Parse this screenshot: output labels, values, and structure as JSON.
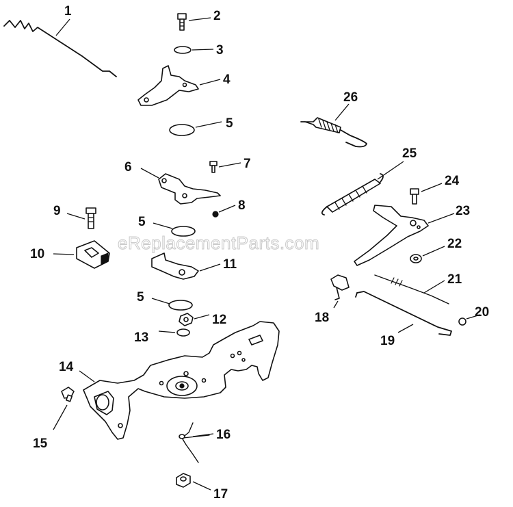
{
  "watermark": "eReplacementParts.com",
  "callouts": {
    "c1": "1",
    "c2": "2",
    "c3": "3",
    "c4": "4",
    "c5a": "5",
    "c5b": "5",
    "c5c": "5",
    "c6": "6",
    "c7": "7",
    "c8": "8",
    "c9": "9",
    "c10": "10",
    "c11": "11",
    "c12": "12",
    "c13": "13",
    "c14": "14",
    "c15": "15",
    "c16": "16",
    "c17": "17",
    "c18": "18",
    "c19": "19",
    "c20": "20",
    "c21": "21",
    "c22": "22",
    "c23": "23",
    "c24": "24",
    "c25": "25",
    "c26": "26"
  }
}
